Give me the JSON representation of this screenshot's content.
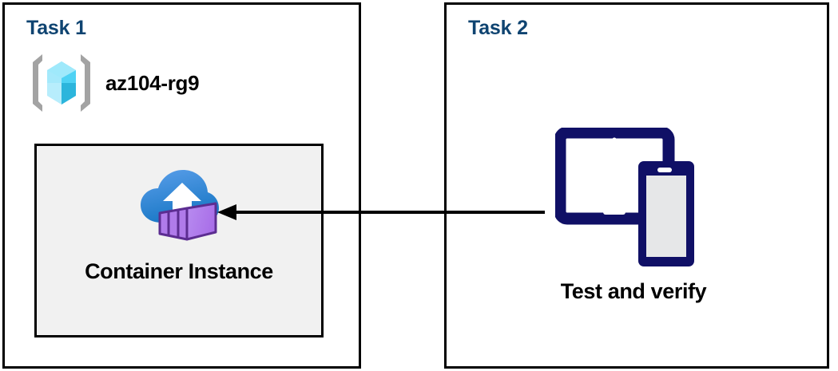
{
  "diagram": {
    "title": "Azure Container Instance task diagram",
    "background_color": "#ffffff",
    "panels": [
      {
        "id": "task-1",
        "title": "Task 1",
        "title_color": "#0f4471",
        "border_color": "#000000",
        "resource_group": {
          "icon": "resource-group-icon",
          "label": "az104-rg9",
          "icon_colors": {
            "bracket": "#a3a3a3",
            "cube_light": "#9fe9fb",
            "cube_mid": "#49d5f7",
            "cube_dark": "#2bb8dd"
          }
        },
        "resource_box": {
          "icon": "container-instance-icon",
          "label": "Container Instance",
          "background_color": "#f1f1f1",
          "border_color": "#000000",
          "icon_colors": {
            "cloud_light": "#57a0ea",
            "cloud_dark": "#1c7ac7",
            "arrow": "#ffffff",
            "container_light": "#b37feb",
            "container_dark": "#5c2d91"
          }
        }
      },
      {
        "id": "task-2",
        "title": "Task 2",
        "title_color": "#0f4471",
        "border_color": "#000000",
        "devices": {
          "icon": "devices-tablet-phone-icon",
          "label": "Test and verify",
          "icon_colors": {
            "outline": "#101066",
            "screen": "#e6e7e8"
          }
        }
      }
    ],
    "connector": {
      "name": "arrow-task2-to-task1",
      "direction": "left",
      "color": "#000000",
      "from": "Test and verify",
      "to": "Container Instance"
    }
  }
}
